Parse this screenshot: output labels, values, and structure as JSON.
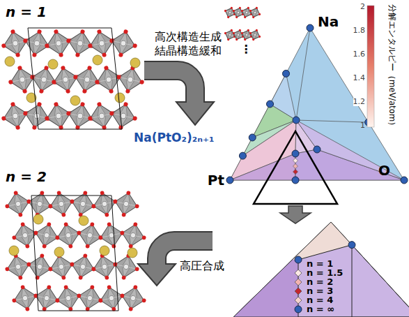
{
  "diagram": {
    "labels": [
      "n = 1",
      "高次構造生成",
      "結晶構造緩和",
      "Na(PtO₂)₂ₙ₊₁",
      "n = 2",
      "高圧合成",
      "Na",
      "Pt",
      "O",
      "分解エンタルピー（meV/atom）",
      "2",
      "1.8",
      "1.6",
      "1.4",
      "1.2",
      "1",
      "⋮",
      "n = 1",
      "n = 1.5",
      "n = 2",
      "n = 3",
      "n = 4",
      "n = ∞"
    ]
  }
}
